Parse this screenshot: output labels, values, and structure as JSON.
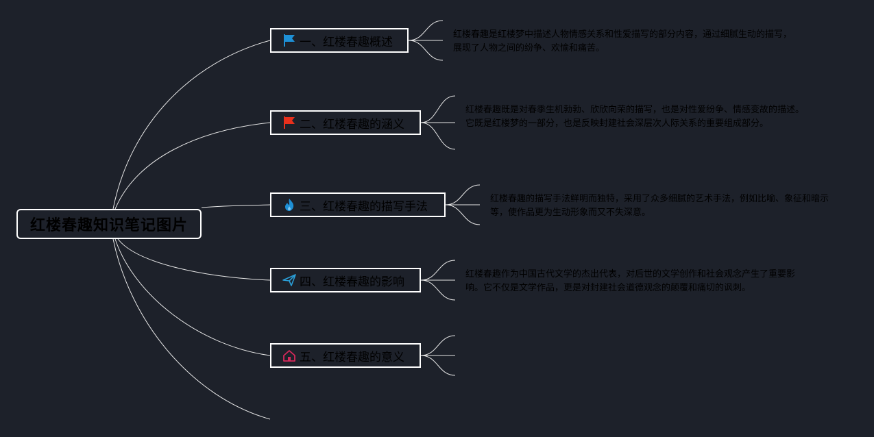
{
  "root": {
    "title": "红楼春趣知识笔记图片"
  },
  "topics": [
    {
      "label": "一、红楼春趣概述",
      "icon": "blue-flag-icon",
      "color": "#1e90d6",
      "note": "红楼春趣是红楼梦中描述人物情感关系和性爱描写的部分内容，通过细腻生动的描写，展现了人物之间的纷争、欢愉和痛苦。"
    },
    {
      "label": "二、红楼春趣的涵义",
      "icon": "red-flag-icon",
      "color": "#e8301c",
      "note": "红楼春趣既是对春季生机勃勃、欣欣向荣的描写，也是对性爱纷争、情感变故的描述。它既是红楼梦的一部分，也是反映封建社会深层次人际关系的重要组成部分。"
    },
    {
      "label": "三、红楼春趣的描写手法",
      "icon": "fire-icon",
      "color": "#1e90d6",
      "note": "红楼春趣的描写手法鲜明而独特，采用了众多细腻的艺术手法，例如比喻、象征和暗示等，使作品更为生动形象而又不失深意。"
    },
    {
      "label": "四、红楼春趣的影响",
      "icon": "paper-plane-icon",
      "color": "#2a9fd8",
      "note": "红楼春趣作为中国古代文学的杰出代表，对后世的文学创作和社会观念产生了重要影响。它不仅是文学作品，更是对封建社会道德观念的颠覆和痛切的讽刺。"
    },
    {
      "label": "五、红楼春趣的意义",
      "icon": "home-icon",
      "color": "#d6285a",
      "note": ""
    }
  ]
}
